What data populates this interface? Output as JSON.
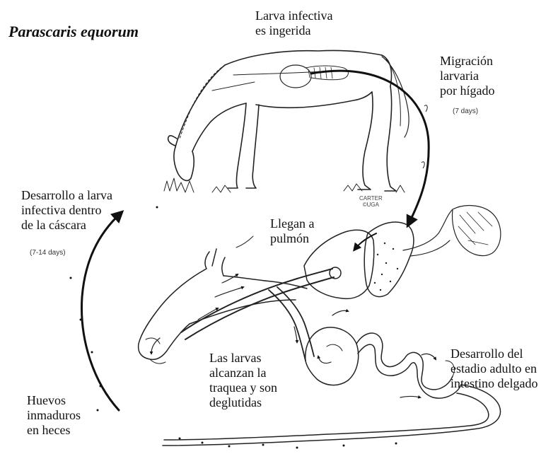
{
  "title": "Parascaris equorum",
  "steps": {
    "ingestion": "Larva infectiva\nes ingerida",
    "liver": "Migración\nlarvaria\npor hígado",
    "liver_days": "(7 days)",
    "lungs": "Llegan a\npulmón",
    "trachea": "Las larvas\nalcanzan la\ntraquea y son\ndeglutidas",
    "adult": "Desarrollo del\nestadio adulto en\nintestino delgado",
    "eggs": "Huevos\ninmaduros\nen heces",
    "development": "Desarrollo a larva\ninfectiva dentro\nde la cáscara",
    "development_days": "(7-14 days)"
  },
  "artist_signature": "CARTER\n©UGA",
  "icons": [
    "horse-grazing-illustration",
    "horse-head-anatomy-illustration",
    "lifecycle-arrow"
  ],
  "colors": {
    "ink": "#111111",
    "background": "#ffffff"
  }
}
